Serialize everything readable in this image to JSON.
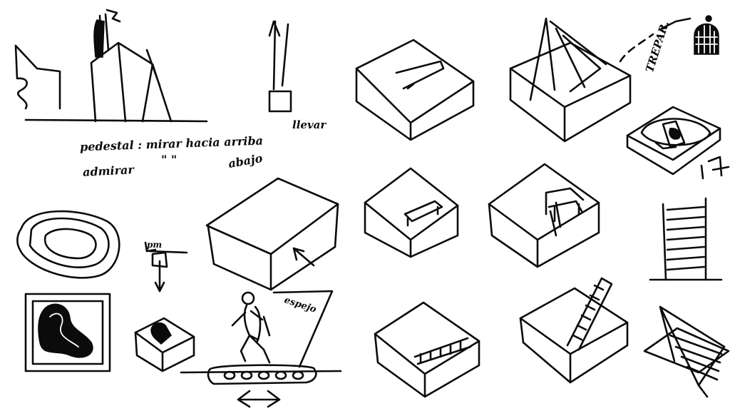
{
  "notes": {
    "pedestal_line": "pedestal : mirar hacia arriba",
    "admirar_line": "admirar",
    "ditto_marks": "\"     \"",
    "abajo": "abajo",
    "llevar": "llevar",
    "trepar": "TREPAR.",
    "espejo": "espejo",
    "pm": "pm"
  }
}
